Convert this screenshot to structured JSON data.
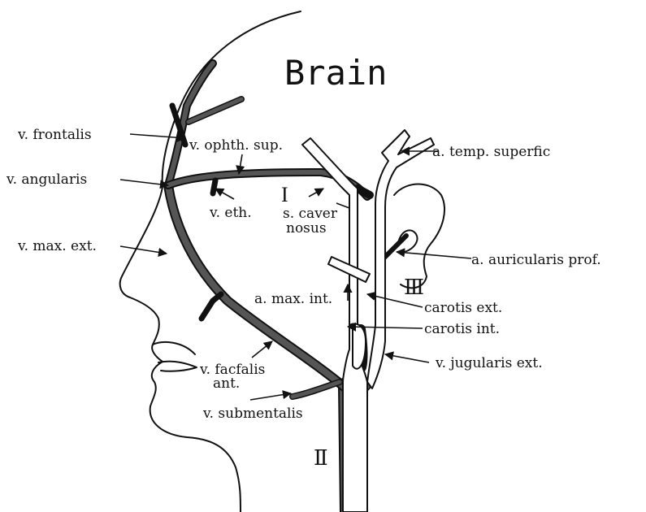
{
  "title": "Brain",
  "labels": {
    "v_frontalis": "v. frontalis",
    "v_ophth_sup": "v. ophth. sup.",
    "a_temp_superfic": "a. temp. superfic",
    "v_angularis": "v. angularis",
    "roman_1": "I",
    "v_eth": "v. eth.",
    "s_cavernosus_1": "s. caver",
    "s_cavernosus_2": "nosus",
    "v_max_ext": "v. max. ext.",
    "a_auricularis_prof": "a. auricularis prof.",
    "roman_3": "Ⅲ",
    "a_max_int": "a. max. int.",
    "carotis_ext": "carotis ext.",
    "carotis_int": "carotis int.",
    "v_jugularis_ext": "v. jugularis ext.",
    "v_facfalis_1": "v. facfalis",
    "v_facfalis_2": "ant.",
    "v_submentalis": "v. submentalis",
    "roman_2": "Ⅱ"
  }
}
